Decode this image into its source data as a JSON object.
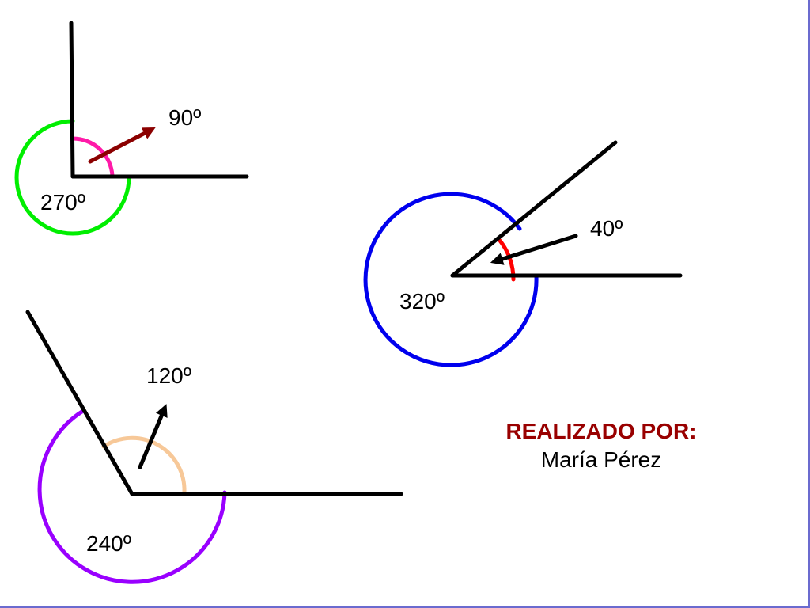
{
  "slide": {
    "border_color": "#6b6bcf",
    "background": "#ffffff"
  },
  "angles": [
    {
      "id": "angle-90",
      "inner_label": "90º",
      "outer_label": "270º",
      "inner_angle_deg": 90,
      "outer_angle_deg": 270,
      "inner_arc_color": "#ff1aa8",
      "outer_arc_color": "#00ee00",
      "arrow_color": "#8b0000"
    },
    {
      "id": "angle-40",
      "inner_label": "40º",
      "outer_label": "320º",
      "inner_angle_deg": 40,
      "outer_angle_deg": 320,
      "inner_arc_color": "#ff0000",
      "outer_arc_color": "#0000ee",
      "arrow_color": "#000000"
    },
    {
      "id": "angle-120",
      "inner_label": "120º",
      "outer_label": "240º",
      "inner_angle_deg": 120,
      "outer_angle_deg": 240,
      "inner_arc_color": "#f7c898",
      "outer_arc_color": "#9900ff",
      "arrow_color": "#000000"
    }
  ],
  "credits": {
    "title": "REALIZADO POR:",
    "author": "María Pérez",
    "title_color": "#990000"
  }
}
